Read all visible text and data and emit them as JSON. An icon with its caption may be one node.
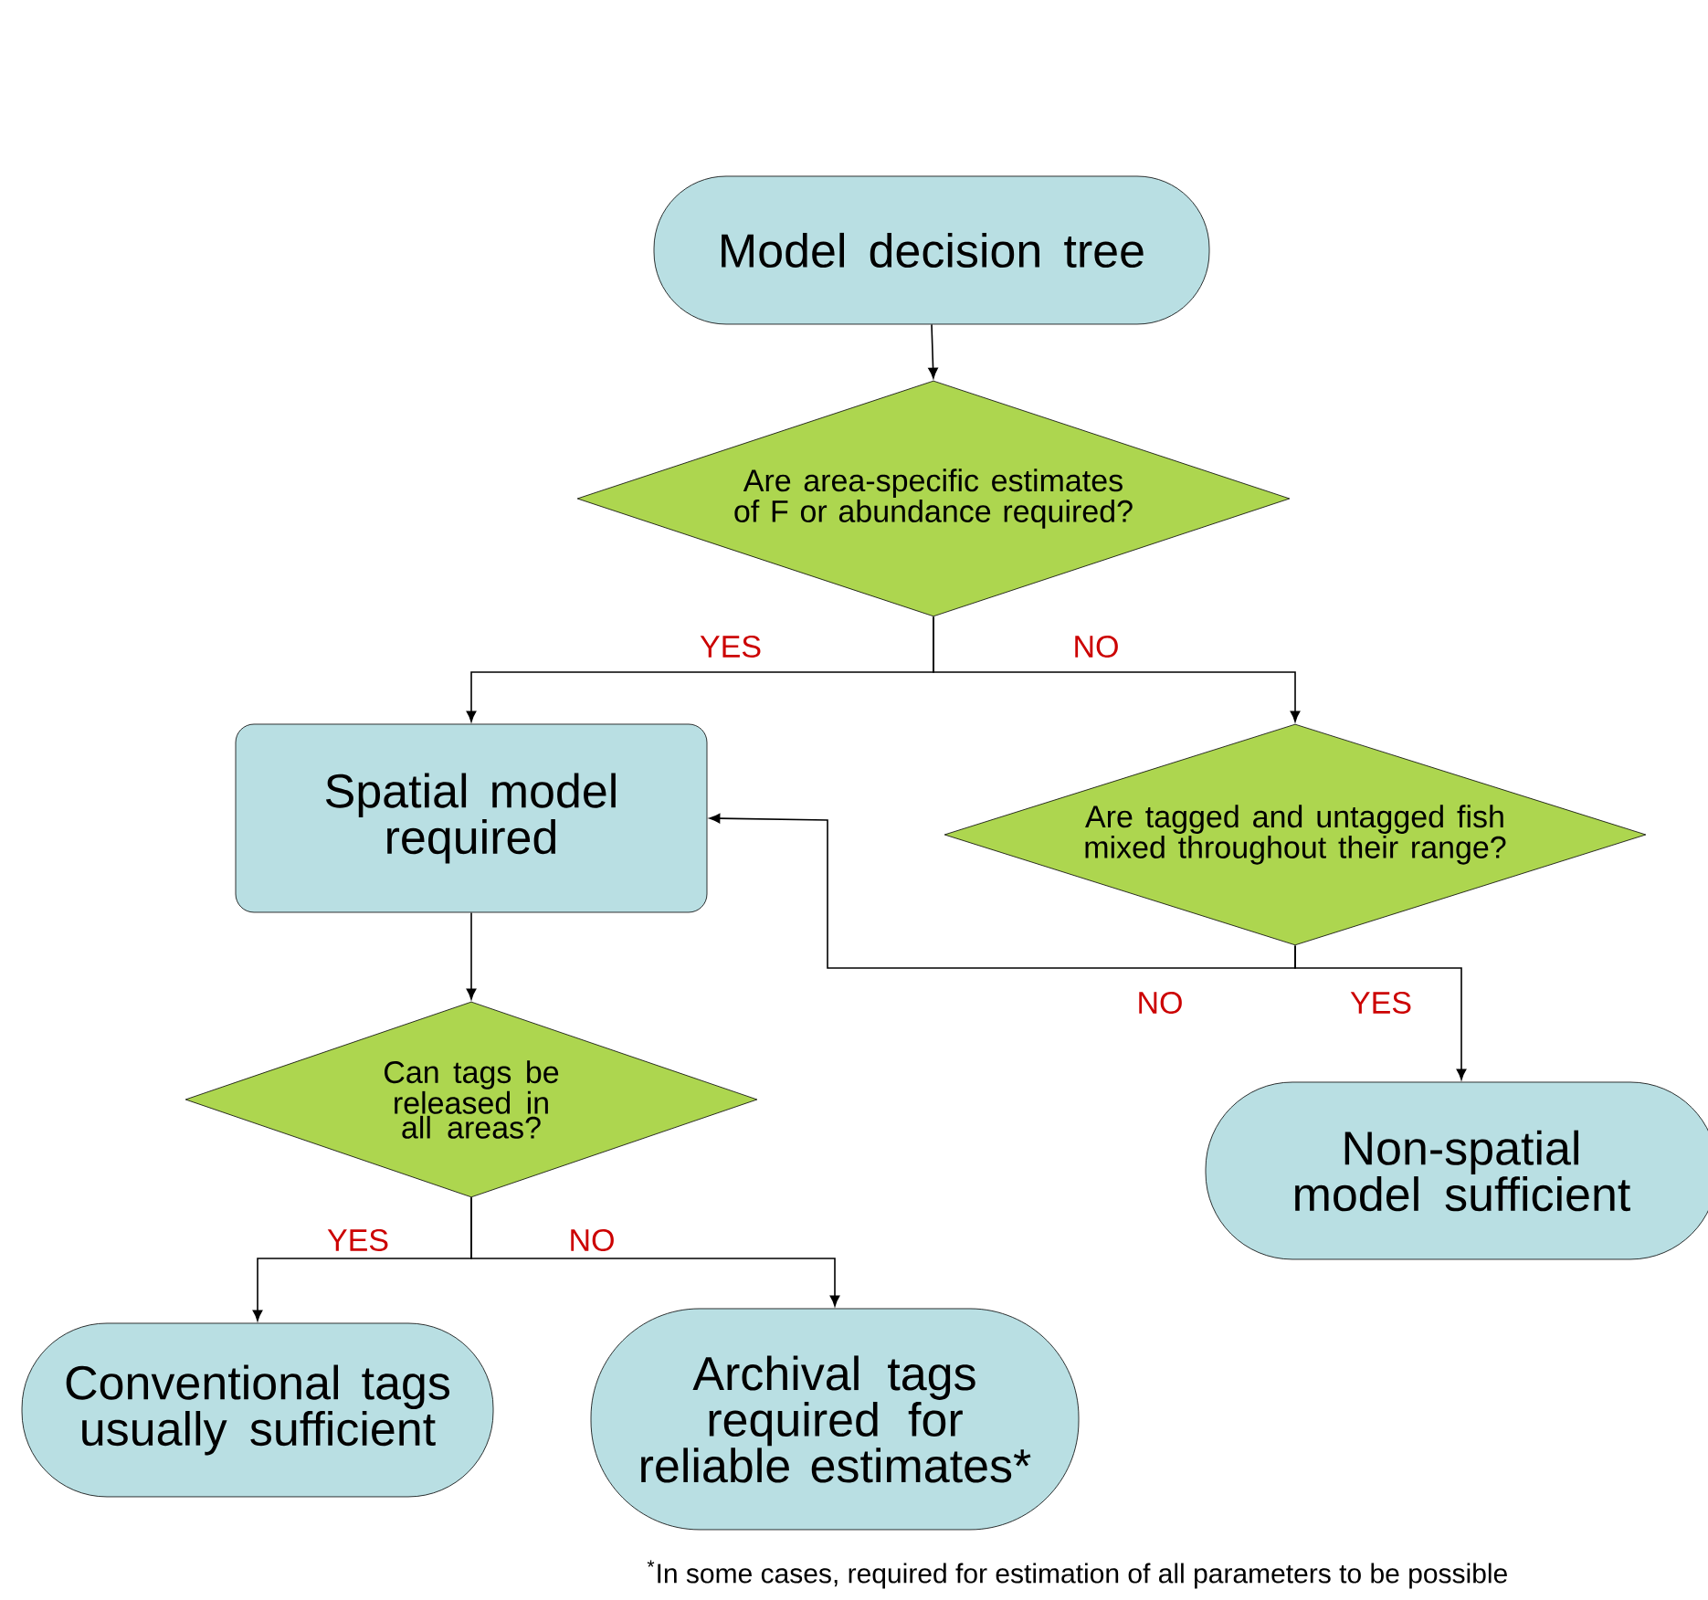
{
  "diagram": {
    "nodes": [
      {
        "text": [
          "Model decision tree"
        ]
      },
      {
        "text": [
          "Are area-specific estimates of F or abundance required?"
        ]
      },
      {
        "text": [
          "Spatial model required"
        ]
      },
      {
        "text": [
          "Are tagged and untagged fish mixed throughout their range?"
        ]
      },
      {
        "text": [
          "Can tags be released in all areas?"
        ]
      },
      {
        "text": [
          "Non-spatial model sufficient"
        ]
      },
      {
        "text": [
          "Conventional tags usually sufficient"
        ]
      },
      {
        "text": [
          "Archival tags required for reliable estimates*"
        ]
      }
    ],
    "edges": [
      {
        "from": 0,
        "to": 1,
        "arrow": "to"
      },
      {
        "from": 1,
        "to": 2,
        "arrow": "to",
        "label": "YES"
      },
      {
        "from": 1,
        "to": 3,
        "arrow": "to",
        "label": "NO"
      },
      {
        "from": 3,
        "to": 2,
        "arrow": "to",
        "label": "NO"
      },
      {
        "from": 3,
        "to": 5,
        "arrow": "to",
        "label": "YES"
      },
      {
        "from": 2,
        "to": 4,
        "arrow": "to"
      },
      {
        "from": 4,
        "to": 6,
        "arrow": "to",
        "label": "YES"
      },
      {
        "from": 4,
        "to": 7,
        "arrow": "to",
        "label": "NO"
      }
    ],
    "labels": [
      "$^{*}$In some cases, required for estimation of all parameters to be possible"
    ]
  }
}
